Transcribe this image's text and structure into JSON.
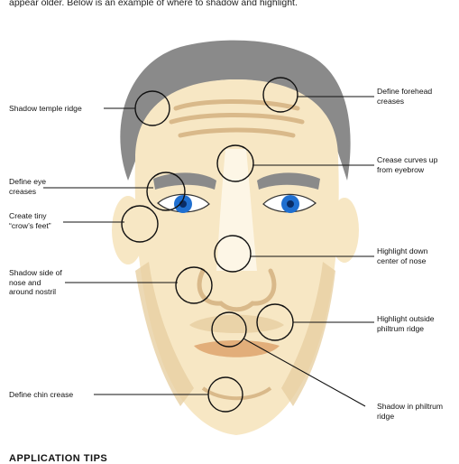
{
  "intro_text": "appear older. Below is an example of where to shadow and highlight.",
  "labels": {
    "shadow_temple_ridge": "Shadow temple ridge",
    "define_eye_creases": "Define eye\ncreases",
    "crows_feet": "Create tiny\n“crow’s feet”",
    "shadow_nostril": "Shadow side of\nnose and\naround nostril",
    "chin_crease": "Define chin crease",
    "forehead_creases": "Define forehead\ncreases",
    "crease_curves": "Crease curves up\nfrom eyebrow",
    "highlight_nose": "Highlight down\ncenter of nose",
    "highlight_philtrum": "Highlight outside\nphiltrum ridge",
    "shadow_philtrum": "Shadow in philtrum\nridge"
  },
  "bottom_heading": "APPLICATION TIPS",
  "colors": {
    "hair": "#8a8a8a",
    "skin": "#f7e7c4",
    "skin_highlight": "#fdf6e6",
    "shadow": "#d9b98a",
    "iris": "#1f6fd0",
    "lips": "#e2ae7a",
    "line": "#111111"
  }
}
